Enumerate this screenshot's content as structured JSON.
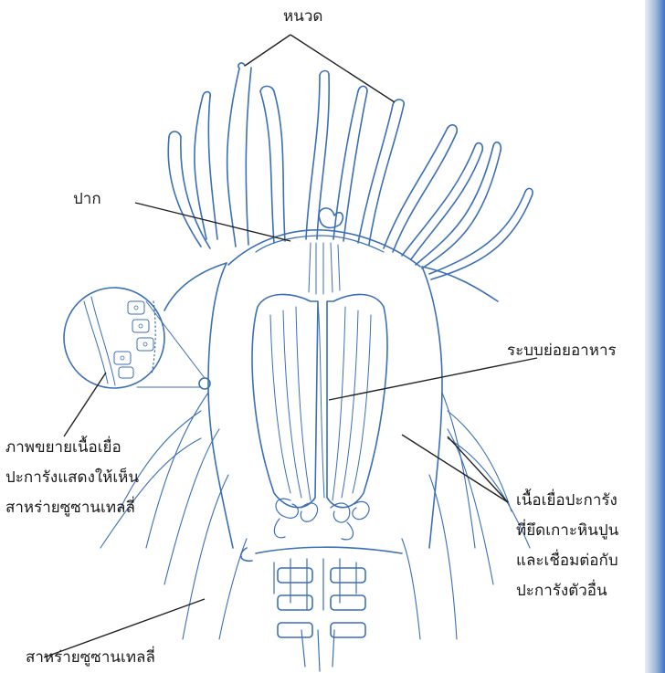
{
  "labels": {
    "tentacles": "หนวด",
    "mouth": "ปาก",
    "digestive_system": "ระบบย่อยอาหาร",
    "magnified_tissue": "ภาพขยายเนื้อเยื่อ\nปะการังแสดงให้เห็น\nสาหร่ายซูซานเทลลี่",
    "connecting_tissue": "เนื้อเยื่อปะการัง\nที่ยึดเกาะหินปูน\nและเชื่อมต่อกับ\nปะการังตัวอื่น",
    "zooxanthellae": "สาหร่ายซูซานเทลลี่"
  },
  "colors": {
    "ink_blue": "#3b6fb6",
    "leader_line": "#222222",
    "text": "#1a1a1a"
  }
}
